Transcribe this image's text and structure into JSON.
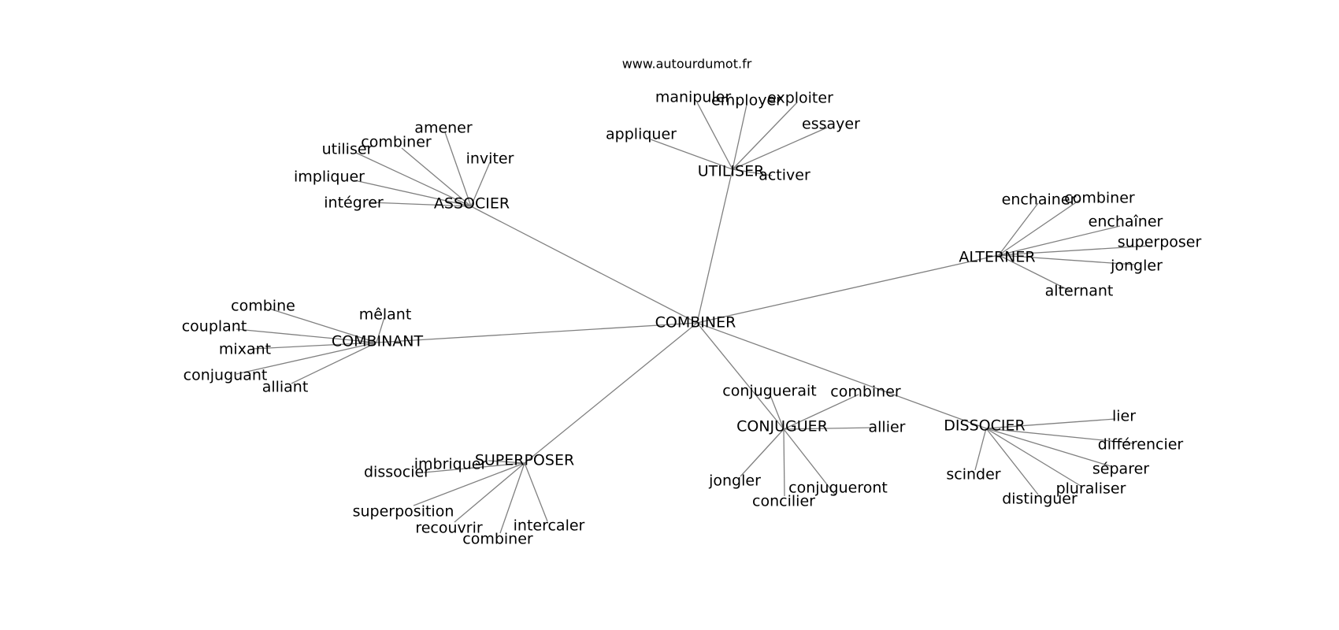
{
  "site": "www.autourdumot.fr",
  "center": "COMBINER",
  "groups": [
    {
      "id": "utiliser",
      "hub": "UTILISER",
      "words": [
        "manipuler",
        "employer",
        "exploiter",
        "essayer",
        "appliquer",
        "activer"
      ]
    },
    {
      "id": "associer",
      "hub": "ASSOCIER",
      "words": [
        "amener",
        "combiner",
        "utiliser",
        "inviter",
        "impliquer",
        "intégrer"
      ]
    },
    {
      "id": "alterner",
      "hub": "ALTERNER",
      "words": [
        "enchainer",
        "combiner",
        "enchaîner",
        "superposer",
        "jongler",
        "alternant"
      ]
    },
    {
      "id": "combinant",
      "hub": "COMBINANT",
      "words": [
        "combine",
        "mêlant",
        "couplant",
        "mixant",
        "conjuguant",
        "alliant"
      ]
    },
    {
      "id": "conjuguer",
      "hub": "CONJUGUER",
      "words": [
        "conjuguerait",
        "combiner",
        "allier",
        "jongler",
        "conjugueront",
        "concilier"
      ]
    },
    {
      "id": "dissocier",
      "hub": "DISSOCIER",
      "words": [
        "lier",
        "différencier",
        "séparer",
        "pluraliser",
        "distinguer",
        "scinder"
      ]
    },
    {
      "id": "superposer",
      "hub": "SUPERPOSER",
      "words": [
        "imbriquer",
        "dissocier",
        "superposition",
        "recouvrir",
        "combiner",
        "intercaler"
      ]
    }
  ]
}
